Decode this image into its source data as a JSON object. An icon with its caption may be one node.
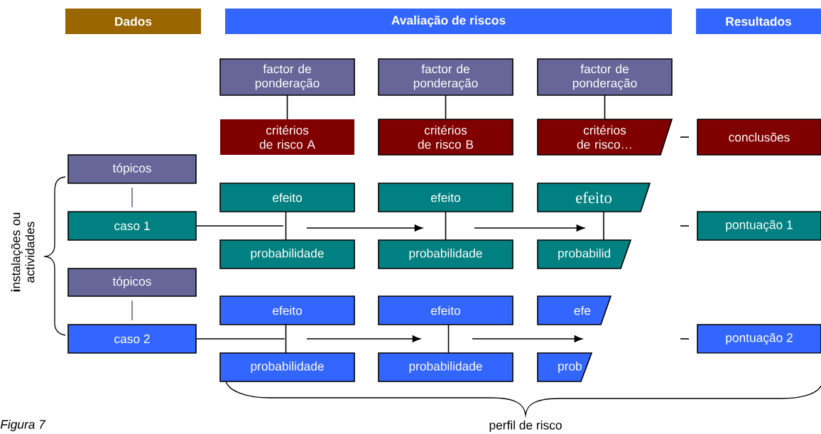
{
  "diagram": {
    "caption": "Figura 7",
    "nodes": [
      {
        "text": [
          "Dados"
        ]
      },
      {
        "text": [
          "Avaliação de riscos"
        ]
      },
      {
        "text": [
          "Resultados"
        ]
      },
      {
        "text": [
          "factor de ponderação"
        ]
      },
      {
        "text": [
          "factor de ponderação"
        ]
      },
      {
        "text": [
          "factor de ponderação"
        ]
      },
      {
        "text": [
          "critérios de risco A"
        ]
      },
      {
        "text": [
          "critérios de risco B"
        ]
      },
      {
        "text": [
          "critérios de risco…"
        ]
      },
      {
        "text": [
          "conclusões"
        ]
      },
      {
        "text": [
          "tópicos"
        ]
      },
      {
        "text": [
          "caso 1"
        ]
      },
      {
        "text": [
          "efeito"
        ]
      },
      {
        "text": [
          "efeito"
        ]
      },
      {
        "text": [
          "efeito"
        ]
      },
      {
        "text": [
          "probabilidade"
        ]
      },
      {
        "text": [
          "probabilidade"
        ]
      },
      {
        "text": [
          "probabilid"
        ]
      },
      {
        "text": [
          "pontuação 1"
        ]
      },
      {
        "text": [
          "tópicos"
        ]
      },
      {
        "text": [
          "caso 2"
        ]
      },
      {
        "text": [
          "efeito"
        ]
      },
      {
        "text": [
          "efeito"
        ]
      },
      {
        "text": [
          "efe"
        ]
      },
      {
        "text": [
          "probabilidade"
        ]
      },
      {
        "text": [
          "probabilidade"
        ]
      },
      {
        "text": [
          "prob"
        ]
      },
      {
        "text": [
          "pontuação 2"
        ]
      }
    ],
    "edges": [
      {
        "from": 3,
        "to": 6,
        "arrow": "none"
      },
      {
        "from": 4,
        "to": 7,
        "arrow": "none"
      },
      {
        "from": 5,
        "to": 8,
        "arrow": "none"
      },
      {
        "from": null,
        "to": 9,
        "arrow": "none"
      },
      {
        "from": 10,
        "to": 11,
        "arrow": "none",
        "color": "#666699"
      },
      {
        "from": 12,
        "to": 15,
        "arrow": "none"
      },
      {
        "from": 13,
        "to": 16,
        "arrow": "none"
      },
      {
        "from": 14,
        "to": 17,
        "arrow": "none"
      },
      {
        "from": 11,
        "to": null,
        "arrow": "none"
      },
      {
        "from": null,
        "to": 18,
        "arrow": "none"
      },
      {
        "from": 19,
        "to": 20,
        "arrow": "none",
        "color": "#666699"
      },
      {
        "from": 21,
        "to": 24,
        "arrow": "none"
      },
      {
        "from": 22,
        "to": 25,
        "arrow": "none"
      },
      {
        "from": 20,
        "to": null,
        "arrow": "none"
      },
      {
        "from": null,
        "to": 27,
        "arrow": "none"
      }
    ],
    "labels": [
      "**i**nstalações ou actividades",
      "perfil de risco"
    ]
  }
}
